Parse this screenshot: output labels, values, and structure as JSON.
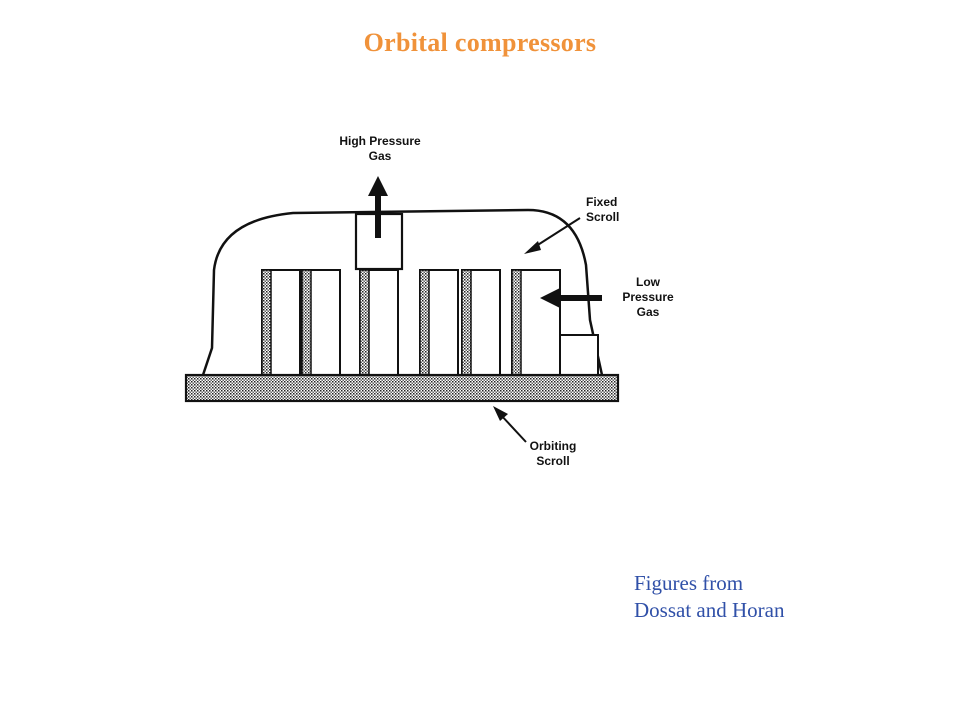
{
  "slide": {
    "title": "Orbital compressors",
    "credit_line1": "Figures from",
    "credit_line2": "Dossat and Horan"
  },
  "colors": {
    "title": "#f0923a",
    "credit": "#3050a8",
    "ink": "#111111"
  },
  "diagram": {
    "labels": {
      "high_pressure_line1": "High Pressure",
      "high_pressure_line2": "Gas",
      "fixed_scroll_line1": "Fixed",
      "fixed_scroll_line2": "Scroll",
      "low_pressure_line1": "Low",
      "low_pressure_line2": "Pressure",
      "low_pressure_line3": "Gas",
      "orbiting_scroll_line1": "Orbiting",
      "orbiting_scroll_line2": "Scroll"
    }
  }
}
